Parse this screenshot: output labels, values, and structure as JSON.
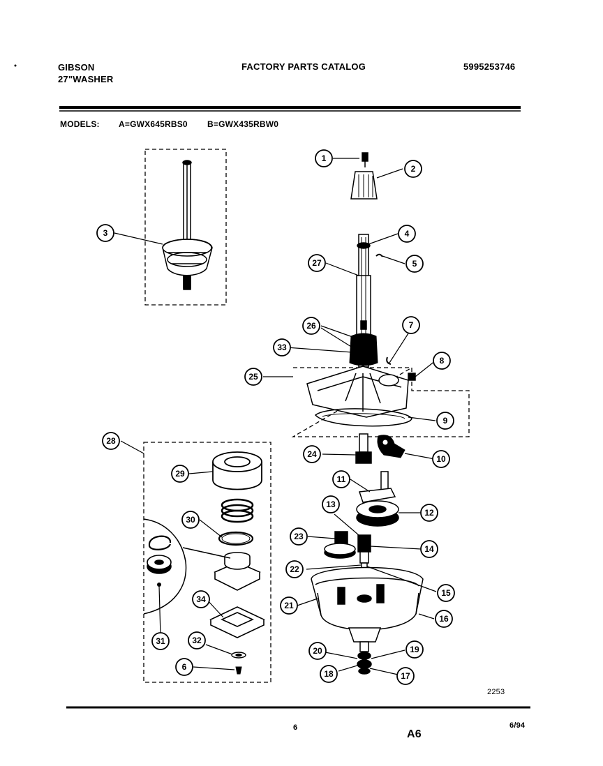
{
  "header": {
    "brand": "GIBSON",
    "product": "27\"WASHER",
    "catalog_title": "FACTORY PARTS CATALOG",
    "part_number": "5995253746"
  },
  "models": {
    "label": "MODELS:",
    "model_a": "A=GWX645RBS0",
    "model_b": "B=GWX435RBW0"
  },
  "callouts": [
    "1",
    "2",
    "3",
    "4",
    "5",
    "27",
    "26",
    "7",
    "33",
    "8",
    "25",
    "9",
    "28",
    "24",
    "10",
    "29",
    "11",
    "12",
    "13",
    "30",
    "23",
    "14",
    "22",
    "15",
    "21",
    "16",
    "34",
    "31",
    "32",
    "6",
    "20",
    "19",
    "18",
    "17"
  ],
  "footer": {
    "figure_number": "2253",
    "page_number": "6",
    "section_code": "A6",
    "date_code": "6/94"
  }
}
